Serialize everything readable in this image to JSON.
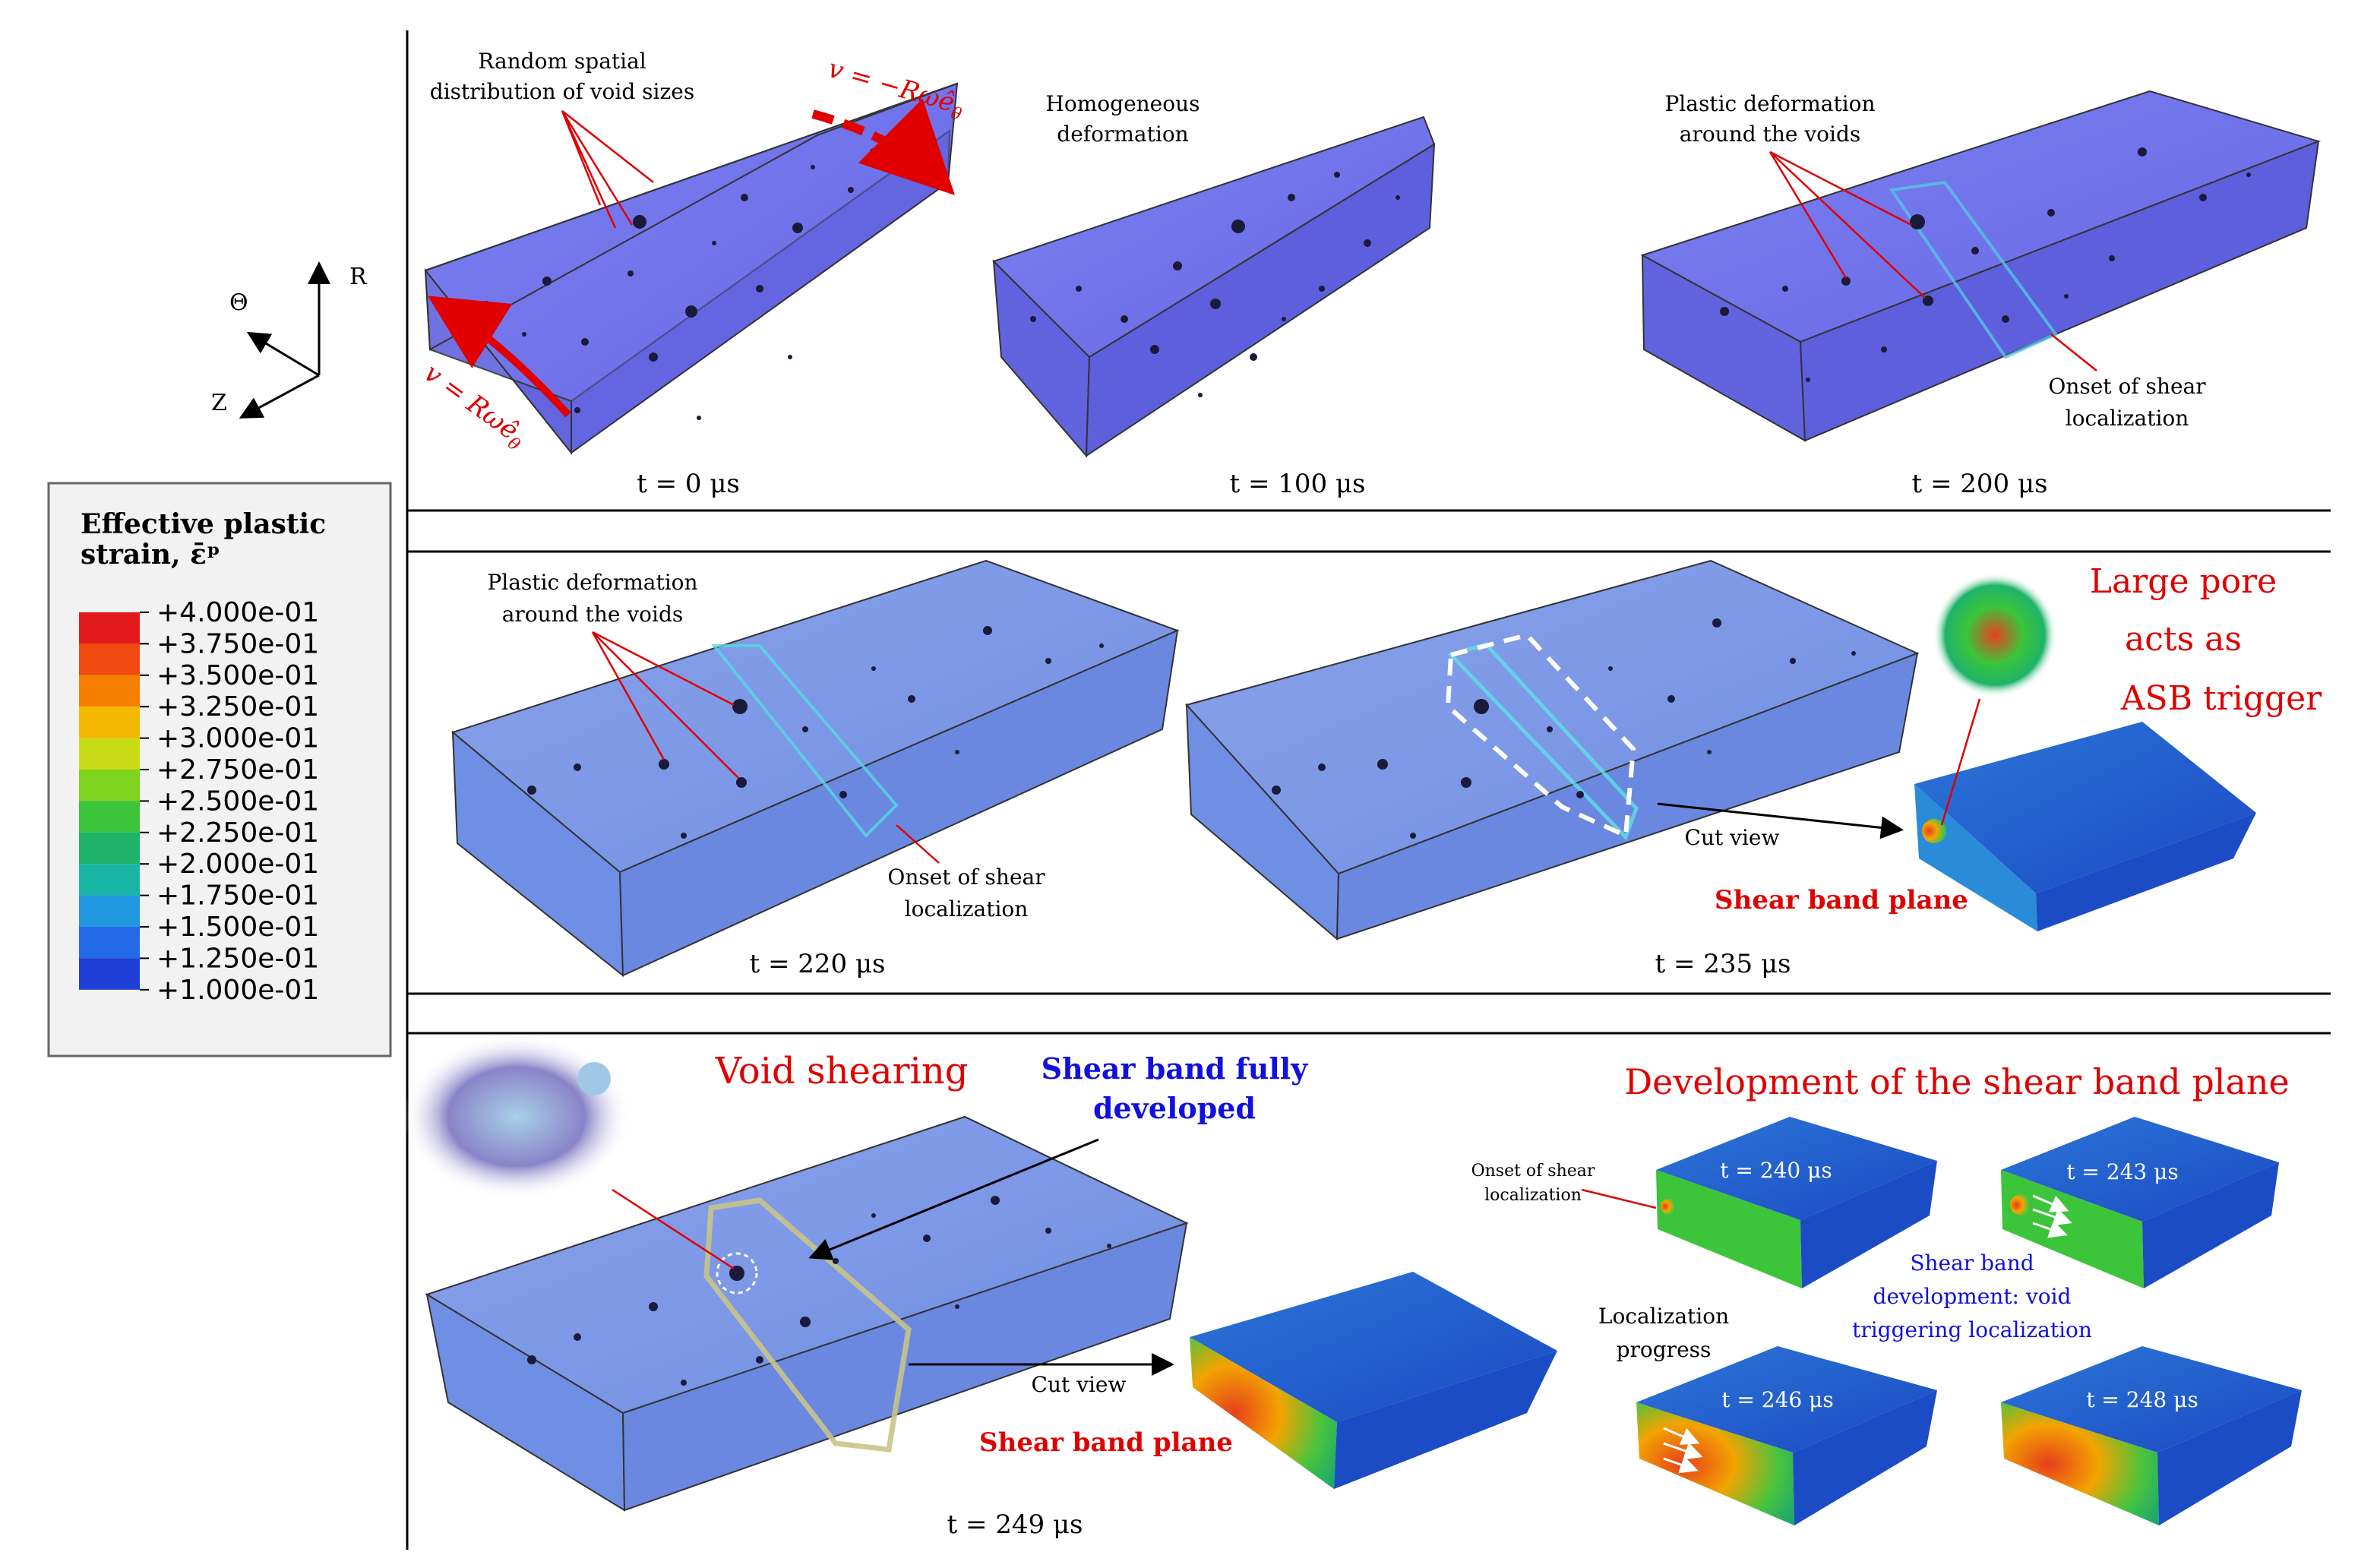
{
  "axes": {
    "r": "R",
    "theta": "Θ",
    "z": "Z"
  },
  "legend": {
    "title_line1": "Effective plastic",
    "title_line2": "strain, ε̄ᵖ",
    "ticks": [
      "+4.000e-01",
      "+3.750e-01",
      "+3.500e-01",
      "+3.250e-01",
      "+3.000e-01",
      "+2.750e-01",
      "+2.500e-01",
      "+2.250e-01",
      "+2.000e-01",
      "+1.750e-01",
      "+1.500e-01",
      "+1.250e-01",
      "+1.000e-01"
    ],
    "colors": [
      "#e31a1c",
      "#f04a10",
      "#f77f00",
      "#f5b800",
      "#c7dc16",
      "#7fd21e",
      "#3cc43a",
      "#1fb36a",
      "#19b5a4",
      "#2197e0",
      "#2469e8",
      "#1f3fd6",
      "#1a1ab8"
    ]
  },
  "row1": {
    "panel_a": {
      "annotation_line1": "Random spatial",
      "annotation_line2": "distribution of void sizes",
      "velocity_top": "v = −Rωê",
      "velocity_top_sub": "θ",
      "velocity_bottom": "v = Rωê",
      "velocity_bottom_sub": "θ",
      "time": "t = 0 μs"
    },
    "panel_b": {
      "annotation_line1": "Homogeneous",
      "annotation_line2": "deformation",
      "time": "t = 100 μs"
    },
    "panel_c": {
      "annotation_line1": "Plastic deformation",
      "annotation_line2": "around the voids",
      "onset_line1": "Onset of shear",
      "onset_line2": "localization",
      "time": "t = 200 μs"
    }
  },
  "row2": {
    "panel_a": {
      "annotation_line1": "Plastic deformation",
      "annotation_line2": "around the voids",
      "onset_line1": "Onset of shear",
      "onset_line2": "localization",
      "time": "t = 220 μs"
    },
    "panel_b": {
      "cut_view": "Cut view",
      "time": "t = 235 μs",
      "shear_band_plane": "Shear band plane",
      "large_pore_line1": "Large pore",
      "large_pore_line2": "acts as",
      "large_pore_line3": "ASB trigger"
    }
  },
  "row3": {
    "void_shearing": "Void shearing",
    "shear_band_line1": "Shear band fully",
    "shear_band_line2": "developed",
    "cut_view": "Cut view",
    "shear_band_plane": "Shear band plane",
    "time": "t = 249 μs",
    "development_title": "Development of the shear band plane",
    "onset_line1": "Onset of shear",
    "onset_line2": "localization",
    "progress_line1": "Localization",
    "progress_line2": "progress",
    "dev_note_line1": "Shear band",
    "dev_note_line2": "development: void",
    "dev_note_line3": "triggering localization",
    "t240": "t = 240 μs",
    "t243": "t = 243 μs",
    "t246": "t = 246 μs",
    "t248": "t = 248 μs"
  }
}
